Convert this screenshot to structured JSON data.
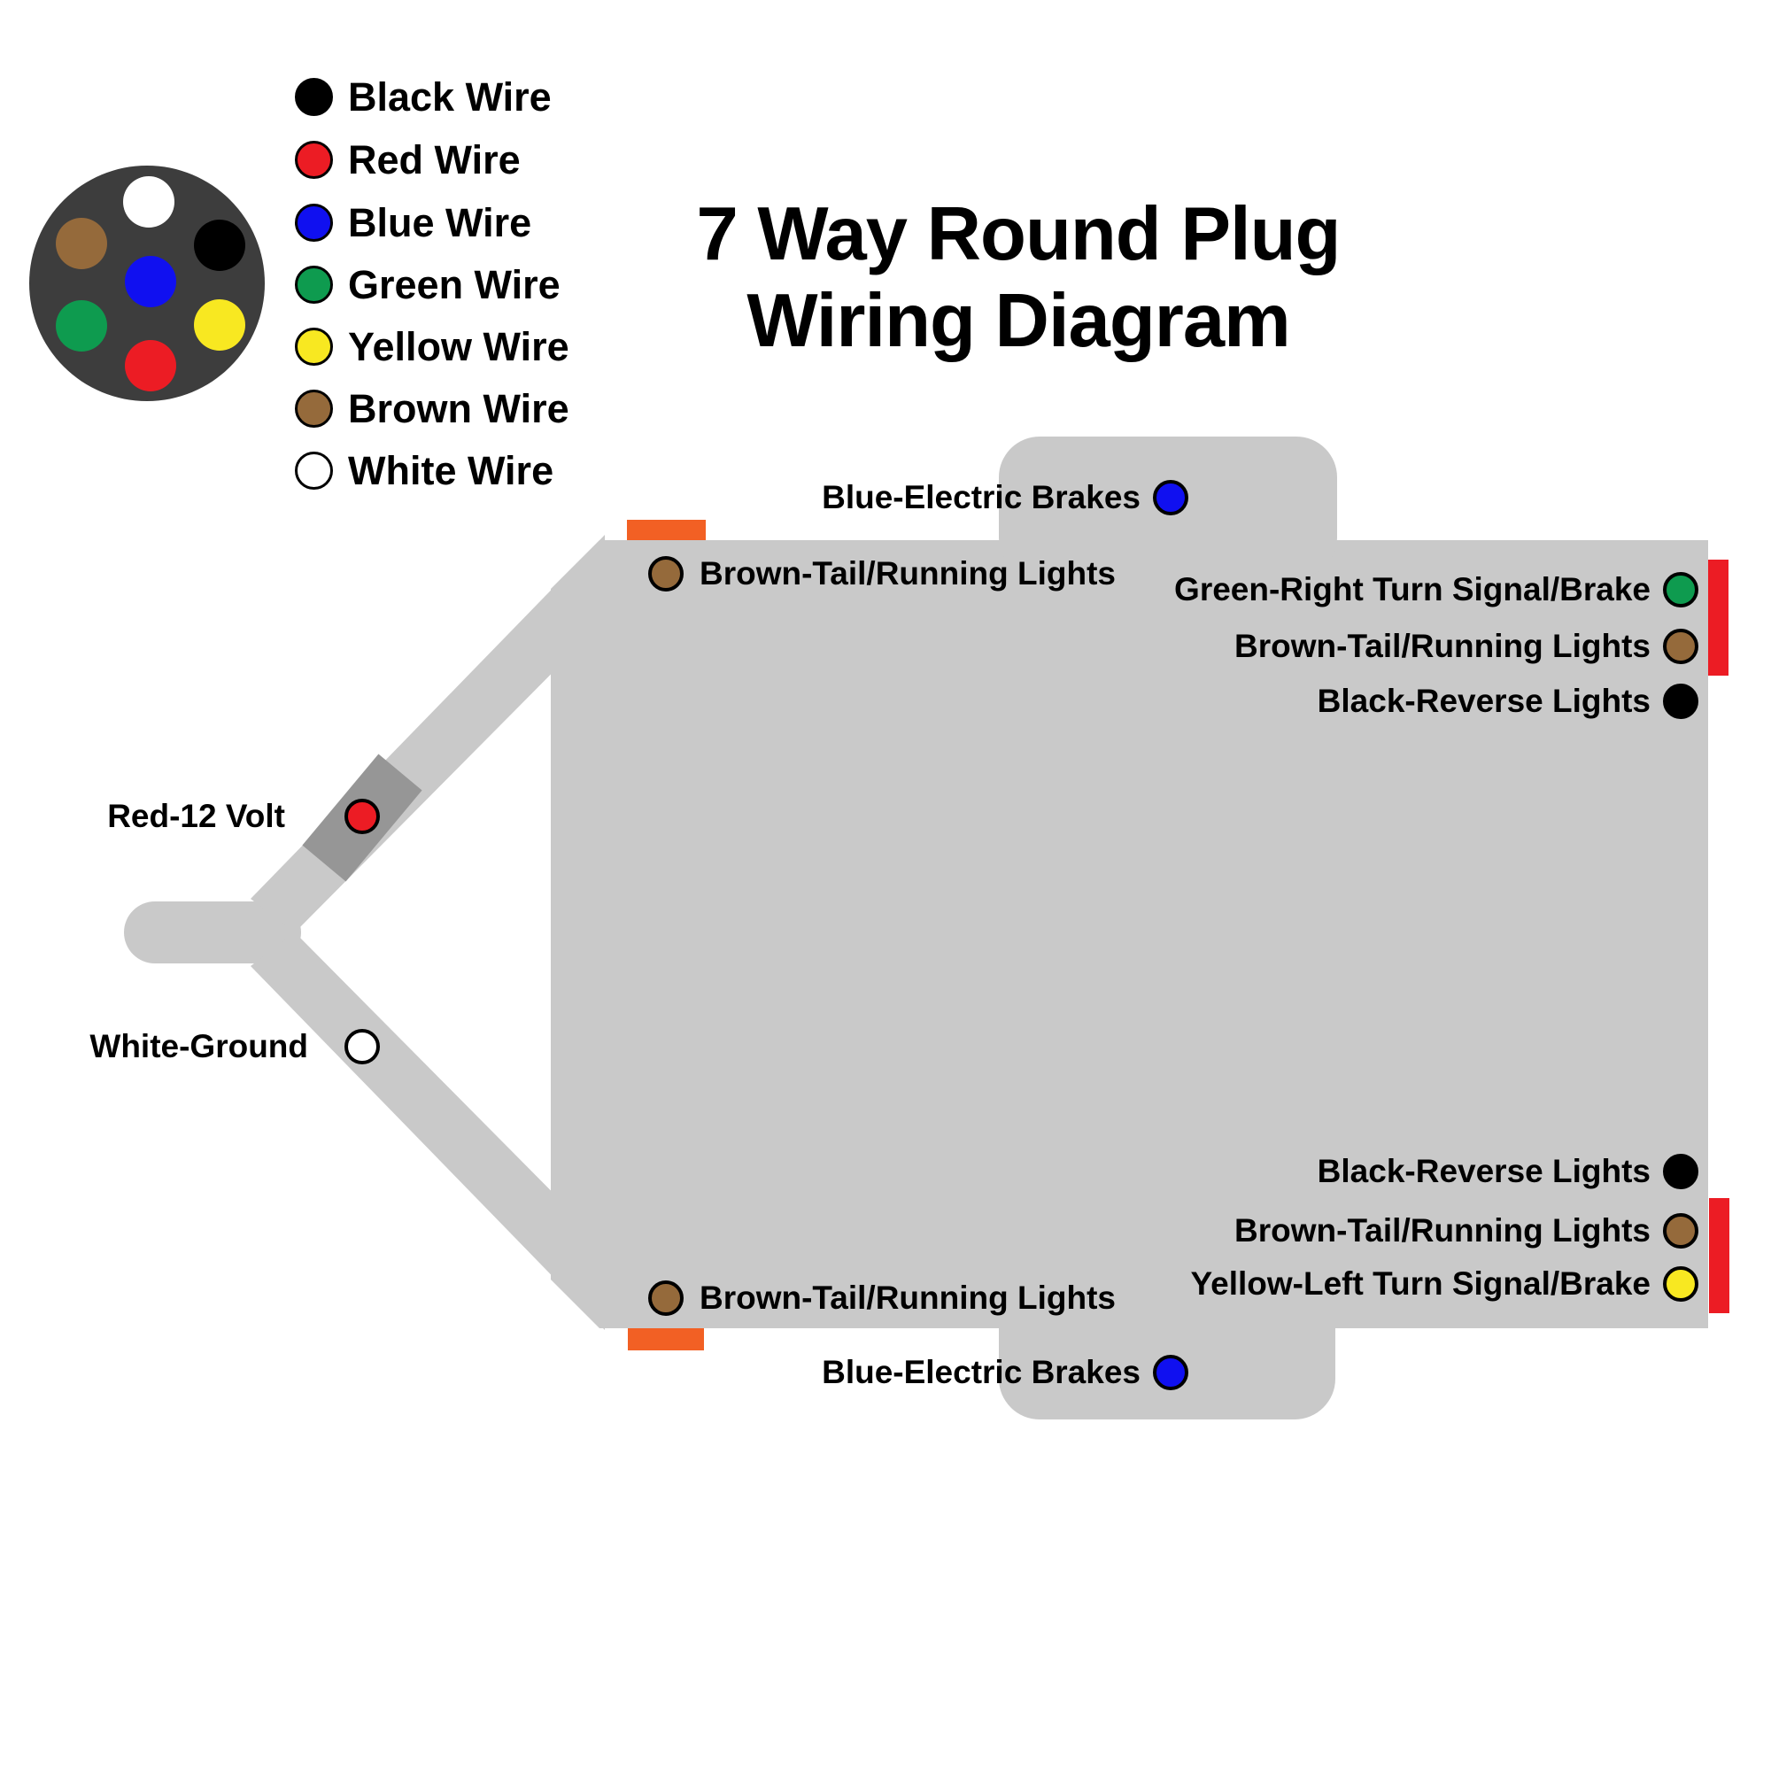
{
  "title": {
    "line1": "7 Way Round Plug",
    "line2": "Wiring Diagram"
  },
  "legend": {
    "items": [
      {
        "label": "Black Wire",
        "color": "#000000"
      },
      {
        "label": "Red Wire",
        "color": "#EC1C24"
      },
      {
        "label": "Blue Wire",
        "color": "#1010F0"
      },
      {
        "label": "Green Wire",
        "color": "#0E9B4F"
      },
      {
        "label": "Yellow Wire",
        "color": "#F8E821"
      },
      {
        "label": "Brown Wire",
        "color": "#956A3B"
      },
      {
        "label": "White Wire",
        "color": "#FFFFFF"
      }
    ]
  },
  "plug": {
    "body_color": "#3D3D3D",
    "pins": [
      {
        "name": "white-pin",
        "color": "#FFFFFF"
      },
      {
        "name": "black-pin",
        "color": "#000000"
      },
      {
        "name": "brown-pin",
        "color": "#956A3B"
      },
      {
        "name": "blue-pin",
        "color": "#1010F0"
      },
      {
        "name": "green-pin",
        "color": "#0E9B4F"
      },
      {
        "name": "yellow-pin",
        "color": "#F8E821"
      },
      {
        "name": "red-pin",
        "color": "#EC1C24"
      }
    ]
  },
  "trailer": {
    "body_color": "#C9C9C9",
    "coupler_sleeve_color": "#969696",
    "side_marker_color": "#F26024",
    "tail_light_color": "#EC1C24",
    "labels": {
      "blue_top": "Blue-Electric Brakes",
      "brown_top_left": "Brown-Tail/Running Lights",
      "green_right": "Green-Right Turn Signal/Brake",
      "brown_right": "Brown-Tail/Running Lights",
      "black_right": "Black-Reverse Lights",
      "red_tongue": "Red-12 Volt",
      "white_tongue": "White-Ground",
      "black_bottom_right": "Black-Reverse Lights",
      "brown_bottom_right": "Brown-Tail/Running Lights",
      "yellow_bottom_right": "Yellow-Left Turn Signal/Brake",
      "brown_bottom_left": "Brown-Tail/Running Lights",
      "blue_bottom": "Blue-Electric Brakes"
    }
  }
}
